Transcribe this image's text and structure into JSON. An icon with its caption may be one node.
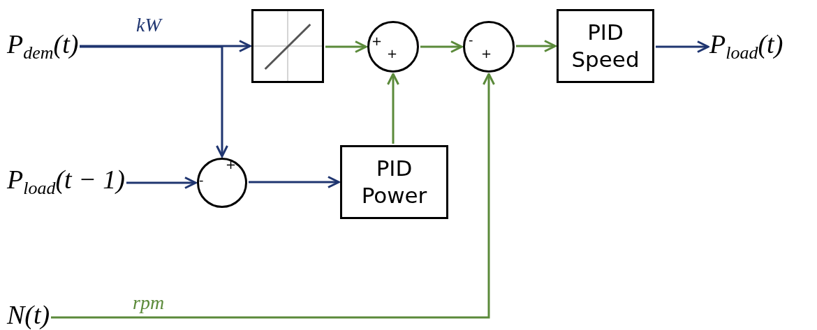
{
  "diagram": {
    "nodes": [
      {
        "text": [
          "P$_{dem}$(t)"
        ]
      },
      {
        "text": [],
        "shape": "box"
      },
      {
        "text": [
          "+",
          "+"
        ]
      },
      {
        "text": [
          "-",
          "+"
        ]
      },
      {
        "text": [
          "PID Speed"
        ]
      },
      {
        "text": [
          "P$_{load}$(t)"
        ]
      },
      {
        "text": [
          "P$_{load}$(t − 1)"
        ]
      },
      {
        "text": [
          "+",
          "-"
        ]
      },
      {
        "text": [
          "PID Power"
        ]
      },
      {
        "text": [
          "N(t)"
        ]
      }
    ],
    "edges": [
      {
        "from": 0,
        "to": 1,
        "arrow": "to",
        "label": "kW",
        "color": "#1f3570"
      },
      {
        "from": 0,
        "to": 7,
        "arrow": "to",
        "color": "#1f3570"
      },
      {
        "from": 1,
        "to": 2,
        "arrow": "to",
        "color": "#5b8a3a"
      },
      {
        "from": 2,
        "to": 3,
        "arrow": "to",
        "color": "#5b8a3a"
      },
      {
        "from": 3,
        "to": 4,
        "arrow": "to",
        "color": "#5b8a3a"
      },
      {
        "from": 4,
        "to": 5,
        "arrow": "to",
        "color": "#1f3570"
      },
      {
        "from": 6,
        "to": 7,
        "arrow": "to",
        "color": "#1f3570"
      },
      {
        "from": 7,
        "to": 8,
        "arrow": "to",
        "color": "#1f3570"
      },
      {
        "from": 8,
        "to": 2,
        "arrow": "to",
        "color": "#5b8a3a"
      },
      {
        "from": 9,
        "to": 3,
        "arrow": "to",
        "label": "rpm",
        "color": "#5b8a3a"
      }
    ]
  }
}
